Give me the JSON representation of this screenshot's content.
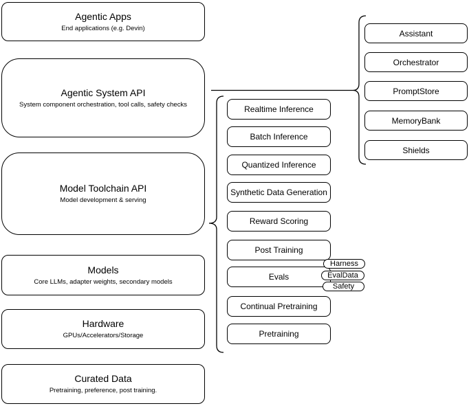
{
  "colors": {
    "stroke": "#000000",
    "background": "#ffffff"
  },
  "left_column": {
    "boxes": [
      {
        "title": "Agentic Apps",
        "subtitle": "End applications (e.g. Devin)"
      },
      {
        "title": "Agentic System API",
        "subtitle": "System component orchestration, tool calls, safety checks"
      },
      {
        "title": "Model Toolchain API",
        "subtitle": "Model development & serving"
      },
      {
        "title": "Models",
        "subtitle": "Core LLMs, adapter weights, secondary models"
      },
      {
        "title": "Hardware",
        "subtitle": "GPUs/Accelerators/Storage"
      },
      {
        "title": "Curated Data",
        "subtitle": "Pretraining, preference, post training."
      }
    ]
  },
  "middle_column": {
    "items": [
      "Realtime Inference",
      "Batch Inference",
      "Quantized Inference",
      "Synthetic Data Generation",
      "Reward Scoring",
      "Post Training",
      "Evals",
      "Continual Pretraining",
      "Pretraining"
    ]
  },
  "evals_badges": {
    "items": [
      "Harness",
      "EvalData",
      "Safety"
    ]
  },
  "right_column": {
    "items": [
      "Assistant",
      "Orchestrator",
      "PromptStore",
      "MemoryBank",
      "Shields"
    ]
  }
}
